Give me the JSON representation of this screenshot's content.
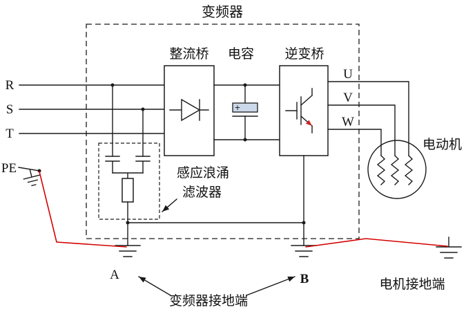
{
  "title": "变频器",
  "sections": {
    "rectifier": "整流桥",
    "capacitor": "电容",
    "inverter": "逆变桥"
  },
  "terminals": {
    "r": "R",
    "s": "S",
    "t": "T",
    "pe": "PE",
    "u": "U",
    "v": "V",
    "w": "W",
    "a": "A",
    "b": "B"
  },
  "labels": {
    "motor": "电动机",
    "filter_line1": "感应浪涌",
    "filter_line2": "滤波器",
    "converter_ground": "变频器接地端",
    "motor_ground": "电机接地端",
    "capacitor_polarity": "+"
  },
  "colors": {
    "wire": "#1a1a1a",
    "ground_bond_wire": "#d40000",
    "capacitor_fill": "#ccd9ea",
    "igbt_arrow": "#cc2222"
  }
}
